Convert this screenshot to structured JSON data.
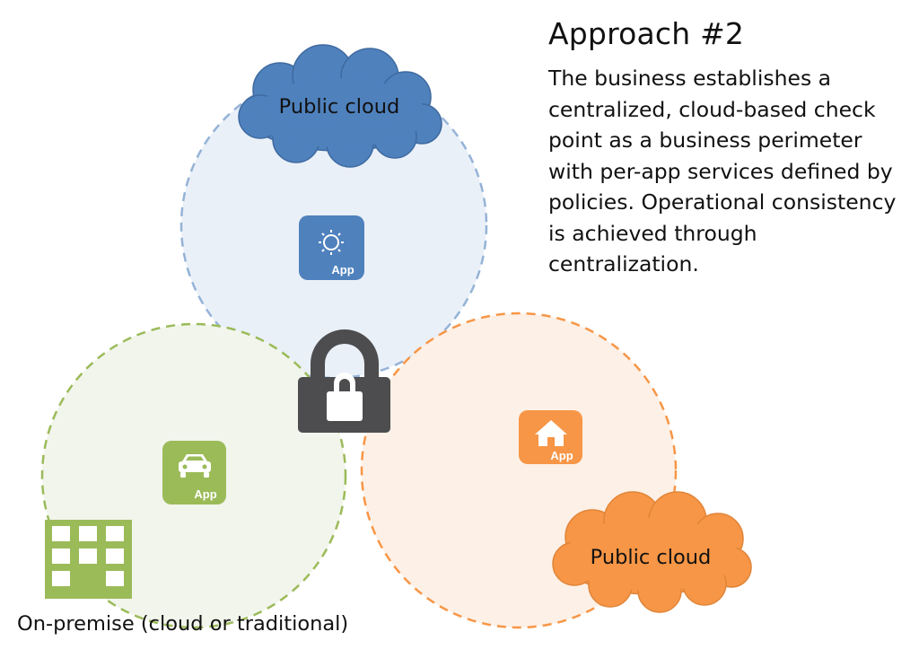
{
  "title": "Approach #2",
  "description": "The business establishes a centralized, cloud-based check point as a business perimeter with per-app services defined by policies. Operational consistency is achieved through centralization.",
  "description_lines": [
    "The business establishes a",
    "centralized, cloud-based check",
    "point as a business perimeter",
    "with per-app services defined by",
    "policies. Operational consistency",
    "is achieved through",
    "centralization."
  ],
  "zones": {
    "top": {
      "cloud_label": "Public cloud",
      "app_label": "App",
      "app_icon": "sun-icon",
      "color": "#4f81bd",
      "fill": "#eaf0f8",
      "border": "#95b3d7"
    },
    "right": {
      "cloud_label": "Public cloud",
      "app_label": "App",
      "app_icon": "house-icon",
      "color": "#f79646",
      "fill": "#fdf0e6",
      "border": "#f79646"
    },
    "left": {
      "label": "On-premise (cloud or traditional)",
      "app_label": "App",
      "app_icon": "car-icon",
      "color": "#9bbb59",
      "fill": "#f2f5ec",
      "border": "#9bbb59"
    }
  },
  "lock": {
    "icon": "padlock-icon",
    "color": "#4d4d4f"
  }
}
